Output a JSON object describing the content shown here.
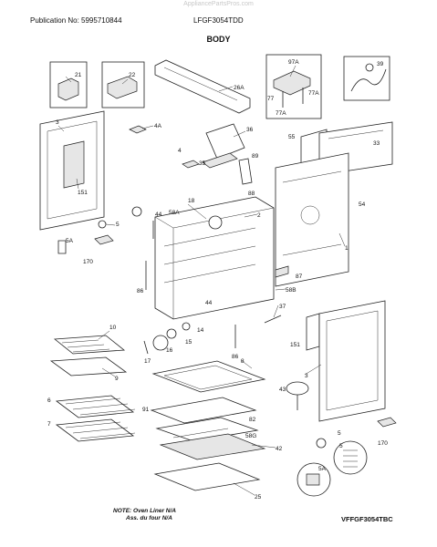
{
  "header": {
    "watermark": "AppliancePartsPros.com",
    "publication": "Publication No: 5995710844",
    "model": "LFGF3054TDD",
    "section": "BODY"
  },
  "footer": {
    "note_line1": "NOTE: Oven Liner N/A",
    "note_line2": "Ass. du four N/A",
    "diagram_code": "VFFGF3054TBC"
  },
  "callouts": {
    "c21": "21",
    "c22": "22",
    "c26A": "26A",
    "c97A": "97A",
    "c39": "39",
    "c77": "77",
    "c77A_r": "77A",
    "c77A_b": "77A",
    "c3_top": "3",
    "c4A": "4A",
    "c36": "36",
    "c55": "55",
    "c33": "33",
    "c4": "4",
    "c35": "35",
    "c89": "89",
    "c88": "88",
    "c54": "54",
    "c151_l": "151",
    "c18": "18",
    "c2": "2",
    "c58A": "58A",
    "c44_t": "44",
    "c5_l": "5",
    "c1": "1",
    "c5A_l": "5A",
    "c170_l": "170",
    "c87": "87",
    "c58B": "58B",
    "c86_l": "86",
    "c44_m": "44",
    "c37": "37",
    "c14": "14",
    "c151_r": "151",
    "c10": "10",
    "c15": "15",
    "c16": "16",
    "c86_m": "86",
    "c17": "17",
    "c9": "9",
    "c8": "8",
    "c3_r": "3",
    "c43": "43",
    "c6": "6",
    "c91": "91",
    "c82": "82",
    "c7": "7",
    "c58G": "58G",
    "c42": "42",
    "c5_r": "5",
    "c170_r": "170",
    "c5A_r": "5A",
    "c25": "25"
  }
}
